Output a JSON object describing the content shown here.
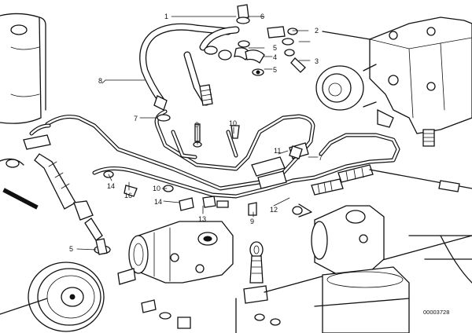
{
  "callouts": [
    {
      "id": "c1",
      "text": "1"
    },
    {
      "id": "c6",
      "text": "6"
    },
    {
      "id": "c2",
      "text": "2"
    },
    {
      "id": "c3",
      "text": "3"
    },
    {
      "id": "c5a",
      "text": "5"
    },
    {
      "id": "c4",
      "text": "4"
    },
    {
      "id": "c5b",
      "text": "5"
    },
    {
      "id": "c8",
      "text": "8"
    },
    {
      "id": "c7a",
      "text": "7"
    },
    {
      "id": "c9a",
      "text": "9"
    },
    {
      "id": "c10a",
      "text": "10"
    },
    {
      "id": "c11",
      "text": "11"
    },
    {
      "id": "c7b",
      "text": "7"
    },
    {
      "id": "c14a",
      "text": "14"
    },
    {
      "id": "c16",
      "text": "16"
    },
    {
      "id": "c10b",
      "text": "10"
    },
    {
      "id": "c14b",
      "text": "14"
    },
    {
      "id": "c13",
      "text": "13"
    },
    {
      "id": "c12",
      "text": "12"
    },
    {
      "id": "c9b",
      "text": "9"
    },
    {
      "id": "c5c",
      "text": "5"
    }
  ],
  "reference_number": "00003728"
}
